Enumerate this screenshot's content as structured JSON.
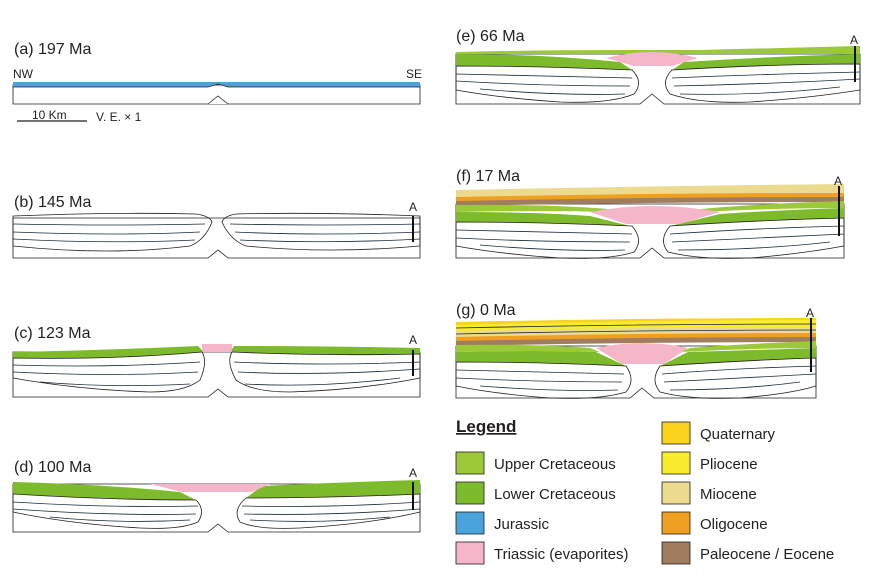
{
  "colors": {
    "triassic": "#f4b6c8",
    "jurassic": "#4aa3db",
    "lower_cretaceous": "#7dbb2c",
    "upper_cretaceous": "#9cc93a",
    "paleocene_eocene": "#a07d5e",
    "oligocene": "#f0a020",
    "miocene": "#ecdb8e",
    "pliocene": "#f8ec2c",
    "quaternary": "#fbd21c"
  },
  "panels": {
    "a": {
      "label": "(a) 197 Ma",
      "left": "NW",
      "right": "SE"
    },
    "b": {
      "label": "(b) 145 Ma",
      "well": "A"
    },
    "c": {
      "label": "(c) 123 Ma",
      "well": "A"
    },
    "d": {
      "label": "(d) 100 Ma",
      "well": "A"
    },
    "e": {
      "label": "(e) 66 Ma",
      "well": "A"
    },
    "f": {
      "label": "(f) 17 Ma",
      "well": "A"
    },
    "g": {
      "label": "(g) 0 Ma",
      "well": "A"
    }
  },
  "scale": {
    "bar_label": "10 Km",
    "ve_label": "V. E. × 1"
  },
  "legend": {
    "title": "Legend",
    "items": [
      {
        "label": "Upper Cretaceous",
        "key": "upper_cretaceous"
      },
      {
        "label": "Lower Cretaceous",
        "key": "lower_cretaceous"
      },
      {
        "label": "Jurassic",
        "key": "jurassic"
      },
      {
        "label": "Triassic (evaporites)",
        "key": "triassic"
      },
      {
        "label": "Quaternary",
        "key": "quaternary"
      },
      {
        "label": "Pliocene",
        "key": "pliocene"
      },
      {
        "label": "Miocene",
        "key": "miocene"
      },
      {
        "label": "Oligocene",
        "key": "oligocene"
      },
      {
        "label": "Paleocene / Eocene",
        "key": "paleocene_eocene"
      }
    ]
  }
}
